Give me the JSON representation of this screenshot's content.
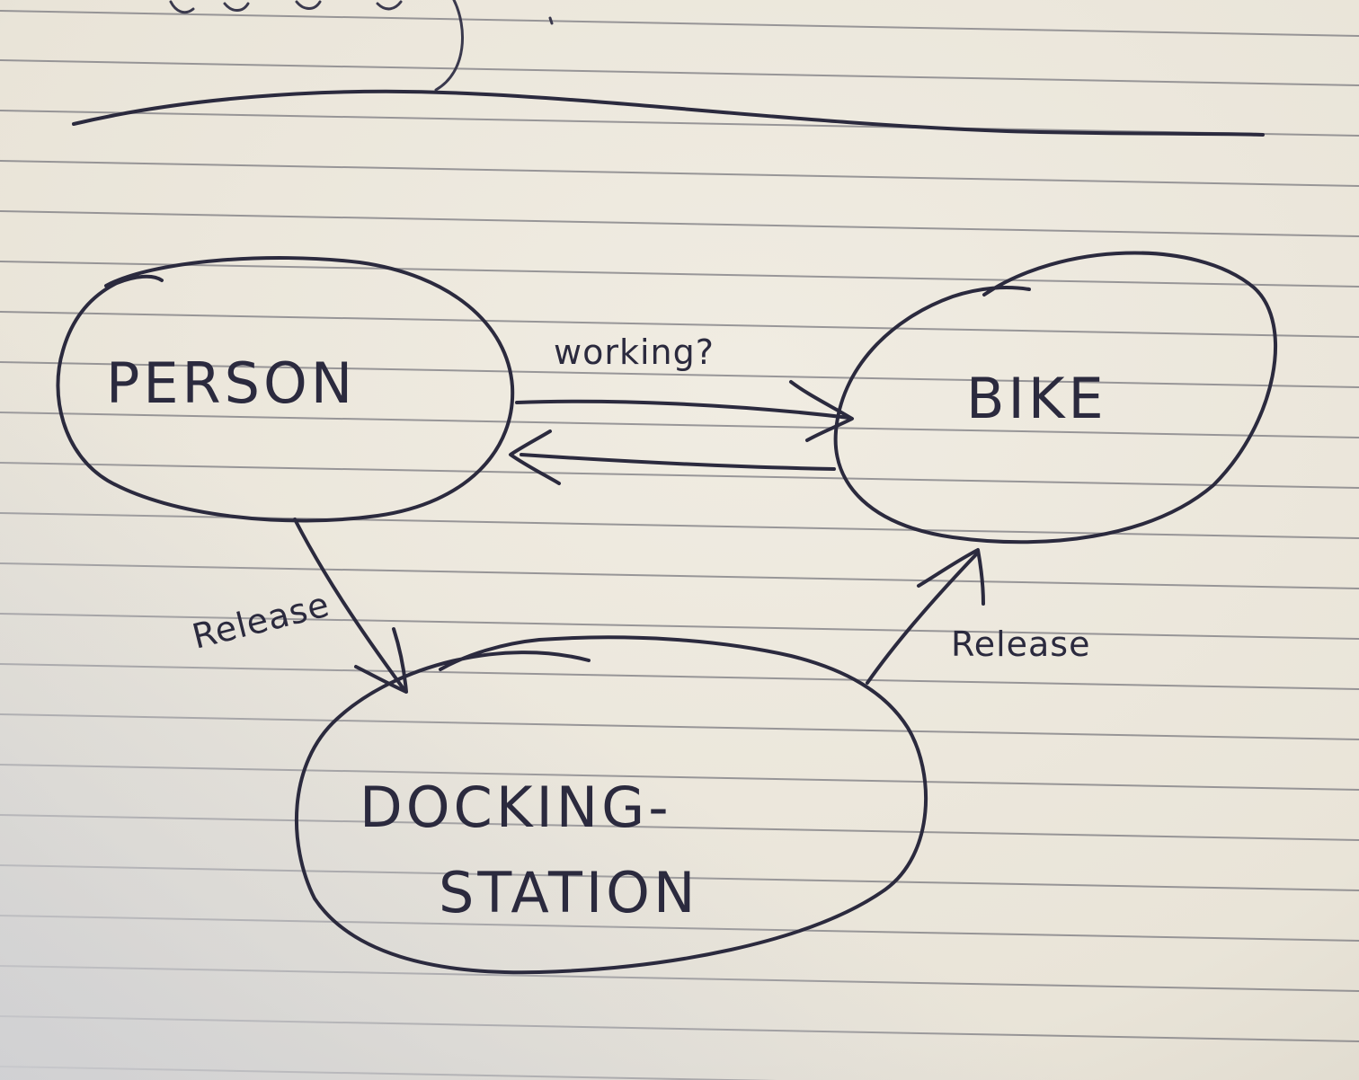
{
  "nodes": {
    "person": {
      "label": "PERSON"
    },
    "bike": {
      "label": "BIKE"
    },
    "docking_station": {
      "label_line1": "DOCKING-",
      "label_line2": "STATION"
    }
  },
  "edges": {
    "person_to_bike": {
      "label": "working?"
    },
    "bike_to_person": {
      "label": ""
    },
    "person_to_docking": {
      "label": "Release"
    },
    "docking_to_bike": {
      "label": "Release"
    }
  },
  "colors": {
    "paper": "#ece8dd",
    "ink": "#2b2a3e",
    "rule": "#7b7a80"
  }
}
